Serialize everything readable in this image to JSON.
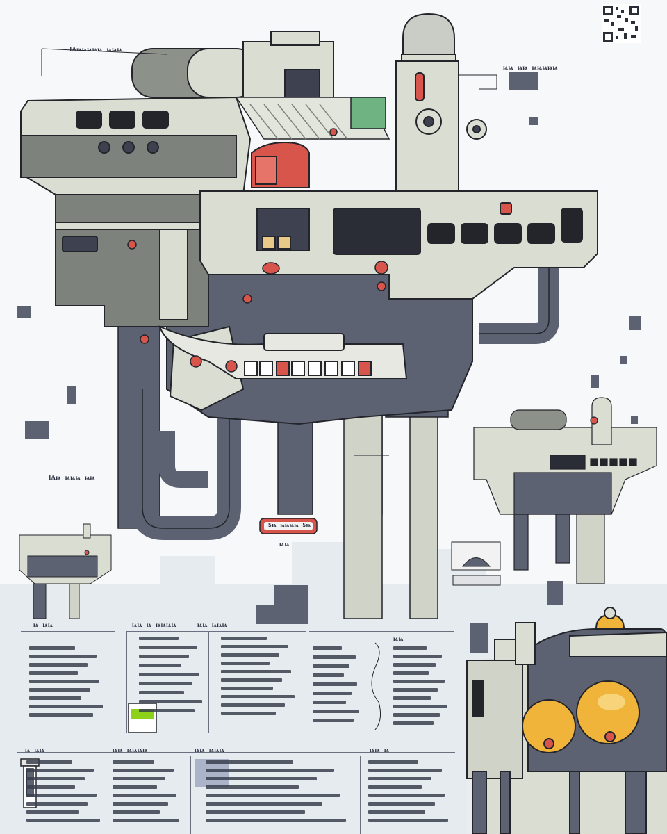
{
  "palette": {
    "background": "#f7f8f9",
    "hull": "#d9ddd2",
    "hull_dark": "#7d837c",
    "steel": "#5d6272",
    "steel_dark": "#3d4150",
    "accent_red": "#d8554c",
    "accent_yellow": "#f0b43a",
    "accent_green": "#8ed11a",
    "outline": "#23252b"
  },
  "labels": {
    "top_left_tag": "Ѩѩѩѩѩѩ ѩѩѩ",
    "top_right_tag": "ѩѩ ѩѩ ѩѩѩѩѩ",
    "lower_tag": "Ѩѩ ѩѩѩ ѩѩ",
    "bottom_tag": "ѩѩ",
    "plate_text": "Sѩ ѩѩѩѩ Sѩ"
  },
  "panels": {
    "p1_title": "ѩ ѩѩ",
    "p2_title": "ѩѩ ѩ ѩѩѩѩ",
    "p3_title": "ѩѩ ѩѩѩ",
    "p4_title": "ѩѩ",
    "p5_title": "ѩ ѩѩ",
    "p6_title": "ѩѩ ѩѩѩѩ",
    "p7_title": "ѩѩ ѩѩѩ",
    "p8_title": "ѩѩ ѩ"
  }
}
